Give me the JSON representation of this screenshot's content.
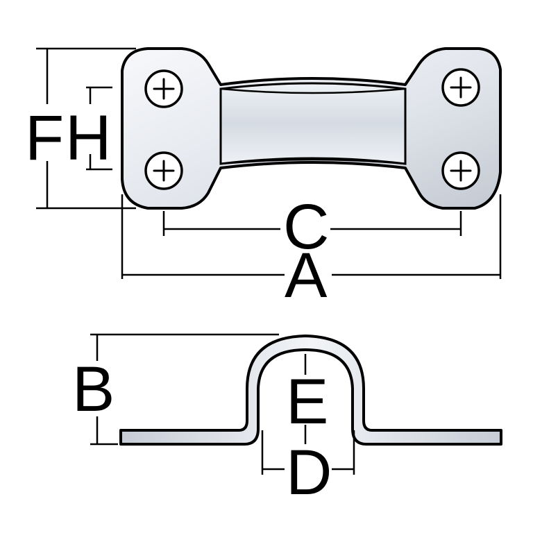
{
  "labels": {
    "F": "F",
    "H": "H",
    "C": "C",
    "A": "A",
    "B": "B",
    "E": "E",
    "D": "D"
  },
  "colors": {
    "metal_light": "#f4f6f9",
    "metal_mid": "#d9dee6",
    "metal_dark": "#b7bec9",
    "ink": "#000000"
  },
  "icons": {
    "screw": "phillips-screw-icon"
  }
}
